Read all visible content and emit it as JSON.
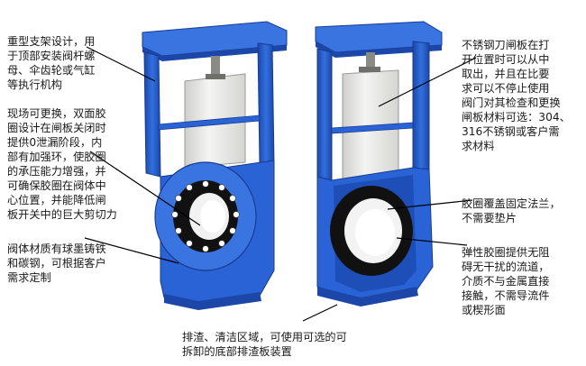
{
  "annotations": {
    "support_frame": [
      "重型支架设计，用",
      "于顶部安装阀杆螺",
      "母、伞齿轮或气缸",
      "等执行机构"
    ],
    "replaceable_seat": [
      "现场可更换，双面胶",
      "圈设计在闸板关闭时",
      "提供0泄漏阶段，内",
      "部有加强环，使胶圈",
      "的承压能力增强，并",
      "可确保胶圈在阀体中",
      "心位置，并能降低闸",
      "板开关中的巨大剪切力"
    ],
    "body_material": [
      "阀体材质有球墨铸铁",
      "和碳钢，可根据客户",
      "需求定制"
    ],
    "knife_gate": [
      "不锈钢刀闸板在打",
      "开位置时可以从中",
      "取出，并且在比要",
      "求可以不停止使用",
      "阀门对其检查和更换",
      "闸板材料可选：304、",
      "316不锈钢或客户需",
      "求材料"
    ],
    "flange_cover": [
      "胶圈覆盖固定法兰，",
      "不需要垫片"
    ],
    "elastic_seat": [
      "弹性胶圈提供无阻",
      "碍无干扰的流道，",
      "介质不与金属直接",
      "接触，不需导流件",
      "或楔形面"
    ],
    "slag_area": [
      "排渣、清洁区域，可使用可选的可",
      "拆卸的底部排渣板装置"
    ]
  },
  "colors": {
    "body_blue": "#2a63d6",
    "body_dark": "#1c47a8",
    "body_light": "#4f86ec",
    "gate_plate": "#e9e9e6",
    "bolt": "#ffffff",
    "seat_black": "#111111",
    "leader_line": "#000000"
  },
  "icons": [
    "valve-body-left",
    "valve-body-right",
    "bolt-holes",
    "rubber-seat",
    "gate-plate",
    "stem-nut"
  ]
}
